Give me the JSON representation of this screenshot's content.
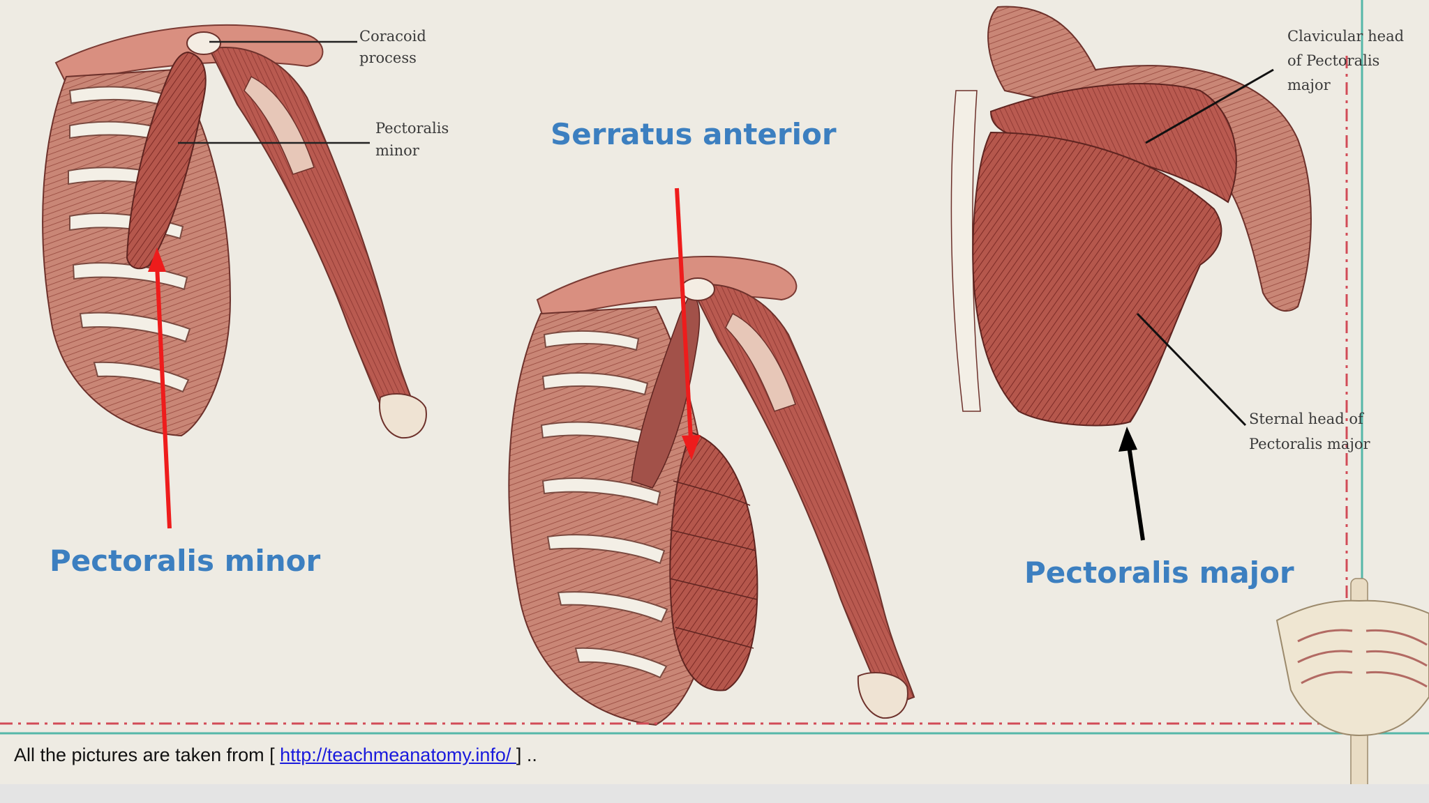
{
  "colors": {
    "background": "#eeebe3",
    "title": "#3c7fc0",
    "arrow_red": "#ee1c1c",
    "arrow_black": "#000000",
    "muscle": "#a8433e",
    "muscle_light": "#d19488",
    "bone": "#f3efe6",
    "teal_line": "#55b7a8",
    "dashed_line": "#d14b57",
    "link": "#1a1adc"
  },
  "panels": {
    "left": {
      "title": "Pectoralis minor",
      "labels": {
        "coracoid_line1": "Coracoid",
        "coracoid_line2": "process",
        "pec_minor_line1": "Pectoralis",
        "pec_minor_line2": "minor"
      }
    },
    "middle": {
      "title": "Serratus anterior"
    },
    "right": {
      "title": "Pectoralis major",
      "labels": {
        "clavicular_line1": "Clavicular head",
        "clavicular_line2": "of Pectoralis",
        "clavicular_line3": "major",
        "sternal_line1": "Sternal head of",
        "sternal_line2": "Pectoralis major"
      }
    }
  },
  "footer": {
    "prefix": "All the pictures are taken from [ ",
    "link_text": "http://teachmeanatomy.info/ ",
    "suffix": "] .."
  }
}
